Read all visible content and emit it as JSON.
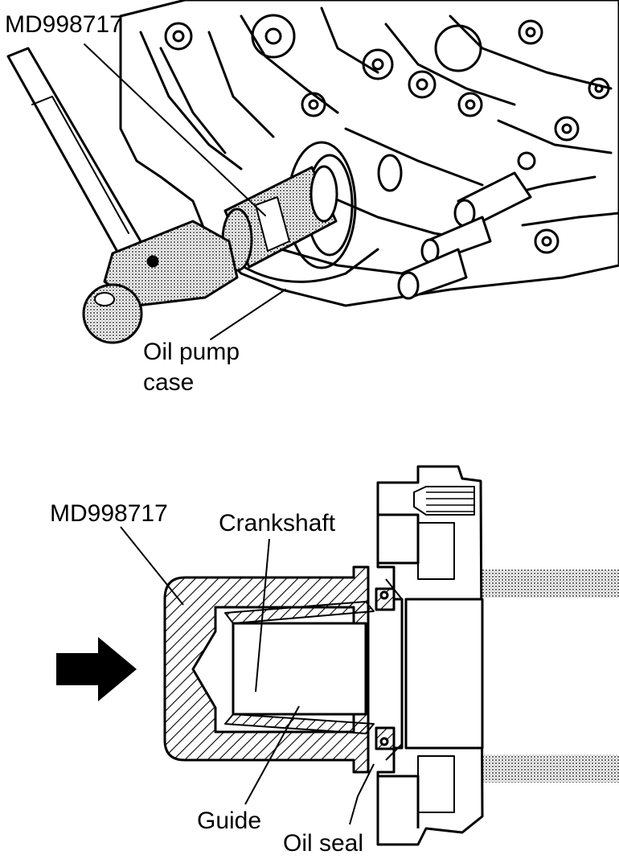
{
  "top_figure": {
    "tool_label": "MD998717",
    "case_label_line1": "Oil pump",
    "case_label_line2": "case"
  },
  "bottom_figure": {
    "tool_label": "MD998717",
    "crankshaft_label": "Crankshaft",
    "guide_label": "Guide",
    "seal_label": "Oil seal"
  },
  "colors": {
    "ink": "#000000",
    "paper": "#ffffff"
  }
}
